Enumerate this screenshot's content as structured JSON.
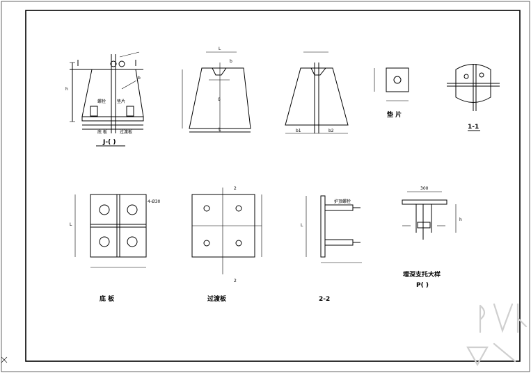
{
  "drawing": {
    "views": [
      {
        "key": "elevation",
        "caption": "J-( )"
      },
      {
        "key": "gusset",
        "caption": ""
      },
      {
        "key": "gusset2",
        "caption": ""
      },
      {
        "key": "pad",
        "caption": "垫 片"
      },
      {
        "key": "section11",
        "caption": "1-1"
      },
      {
        "key": "baseplate",
        "caption": "底 板"
      },
      {
        "key": "transition",
        "caption": "过渡板"
      },
      {
        "key": "section22",
        "caption": "2-2"
      },
      {
        "key": "detail",
        "caption": "埋深支托大样"
      }
    ],
    "detail_sub_caption": "P( )",
    "labels": {
      "pad_label": "垫片",
      "bolt_label": "螺栓",
      "base_label": "底 板",
      "trans_label": "过渡板",
      "hole_label": "4-Ø30",
      "tag_22": "护顶螺栓",
      "mark_2": "2",
      "mark_L": "L",
      "mark_h": "h",
      "mark_b": "b",
      "mark_b1": "b1",
      "mark_b2": "b2",
      "mark_d": "δ",
      "mark_dim_top": "300"
    }
  }
}
